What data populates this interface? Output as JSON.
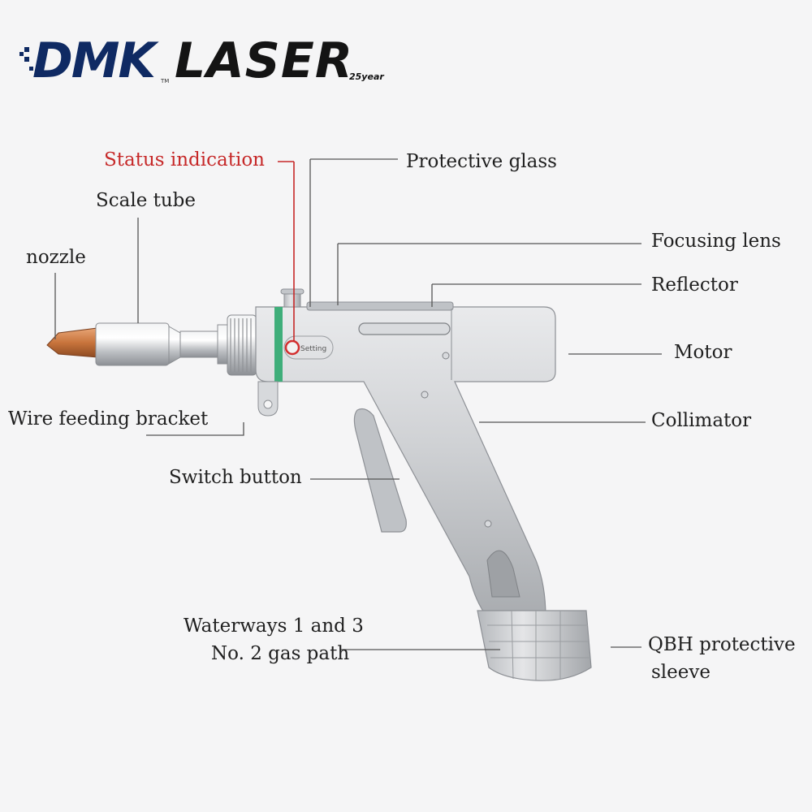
{
  "logo": {
    "brand": "DMK",
    "product": "LASER",
    "tm": "TM",
    "tagline": "25year",
    "brand_color": "#0f2a63"
  },
  "device": {
    "body_color": "#c8cacd",
    "nozzle_color": "#c8743c",
    "status_ring_color": "#3fae7a",
    "status_led_color": "#d32f2f",
    "status_label_text": "Setting"
  },
  "labels": {
    "status_indication": "Status indication",
    "protective_glass": "Protective glass",
    "scale_tube": "Scale tube",
    "nozzle": "nozzle",
    "focusing_lens": "Focusing lens",
    "reflector": "Reflector",
    "motor": "Motor",
    "wire_feeding_bracket": "Wire feeding bracket",
    "collimator": "Collimator",
    "switch_button": "Switch button",
    "waterways": "Waterways 1 and 3",
    "gas_path": "No. 2 gas path",
    "qbh_line1": "QBH protective",
    "qbh_line2": "sleeve"
  },
  "colors": {
    "highlight": "#c62828",
    "label_text": "#1f1f1f",
    "leader_line": "#555555"
  }
}
